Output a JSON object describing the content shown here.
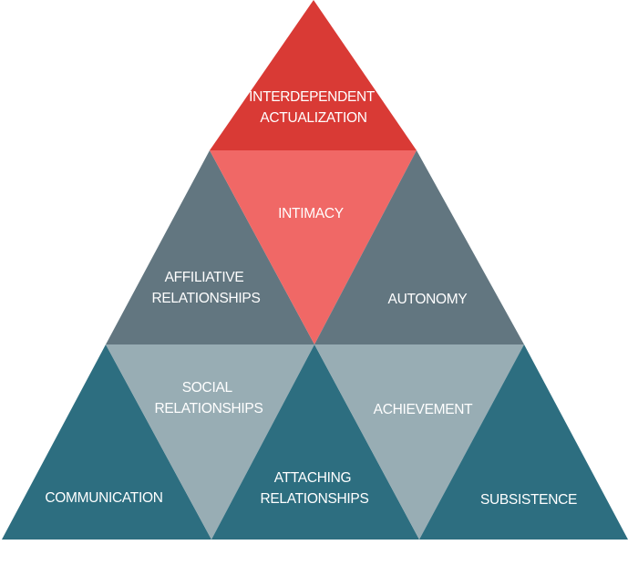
{
  "colors": {
    "top": "#d93a35",
    "intimacy": "#f06866",
    "slate": "#627680",
    "teal": "#2d6e80",
    "light": "#98adb4",
    "background": "#ffffff"
  },
  "tiers": {
    "interdependent_actualization": [
      "INTERDEPENDENT",
      "ACTUALIZATION"
    ],
    "intimacy": [
      "INTIMACY"
    ],
    "affiliative_relationships": [
      "AFFILIATIVE",
      "RELATIONSHIPS"
    ],
    "autonomy": [
      "AUTONOMY"
    ],
    "social_relationships": [
      "SOCIAL",
      "RELATIONSHIPS"
    ],
    "achievement": [
      "ACHIEVEMENT"
    ],
    "communication": [
      "COMMUNICATION"
    ],
    "attaching_relationships": [
      "ATTACHING",
      "RELATIONSHIPS"
    ],
    "subsistence": [
      "SUBSISTENCE"
    ]
  }
}
